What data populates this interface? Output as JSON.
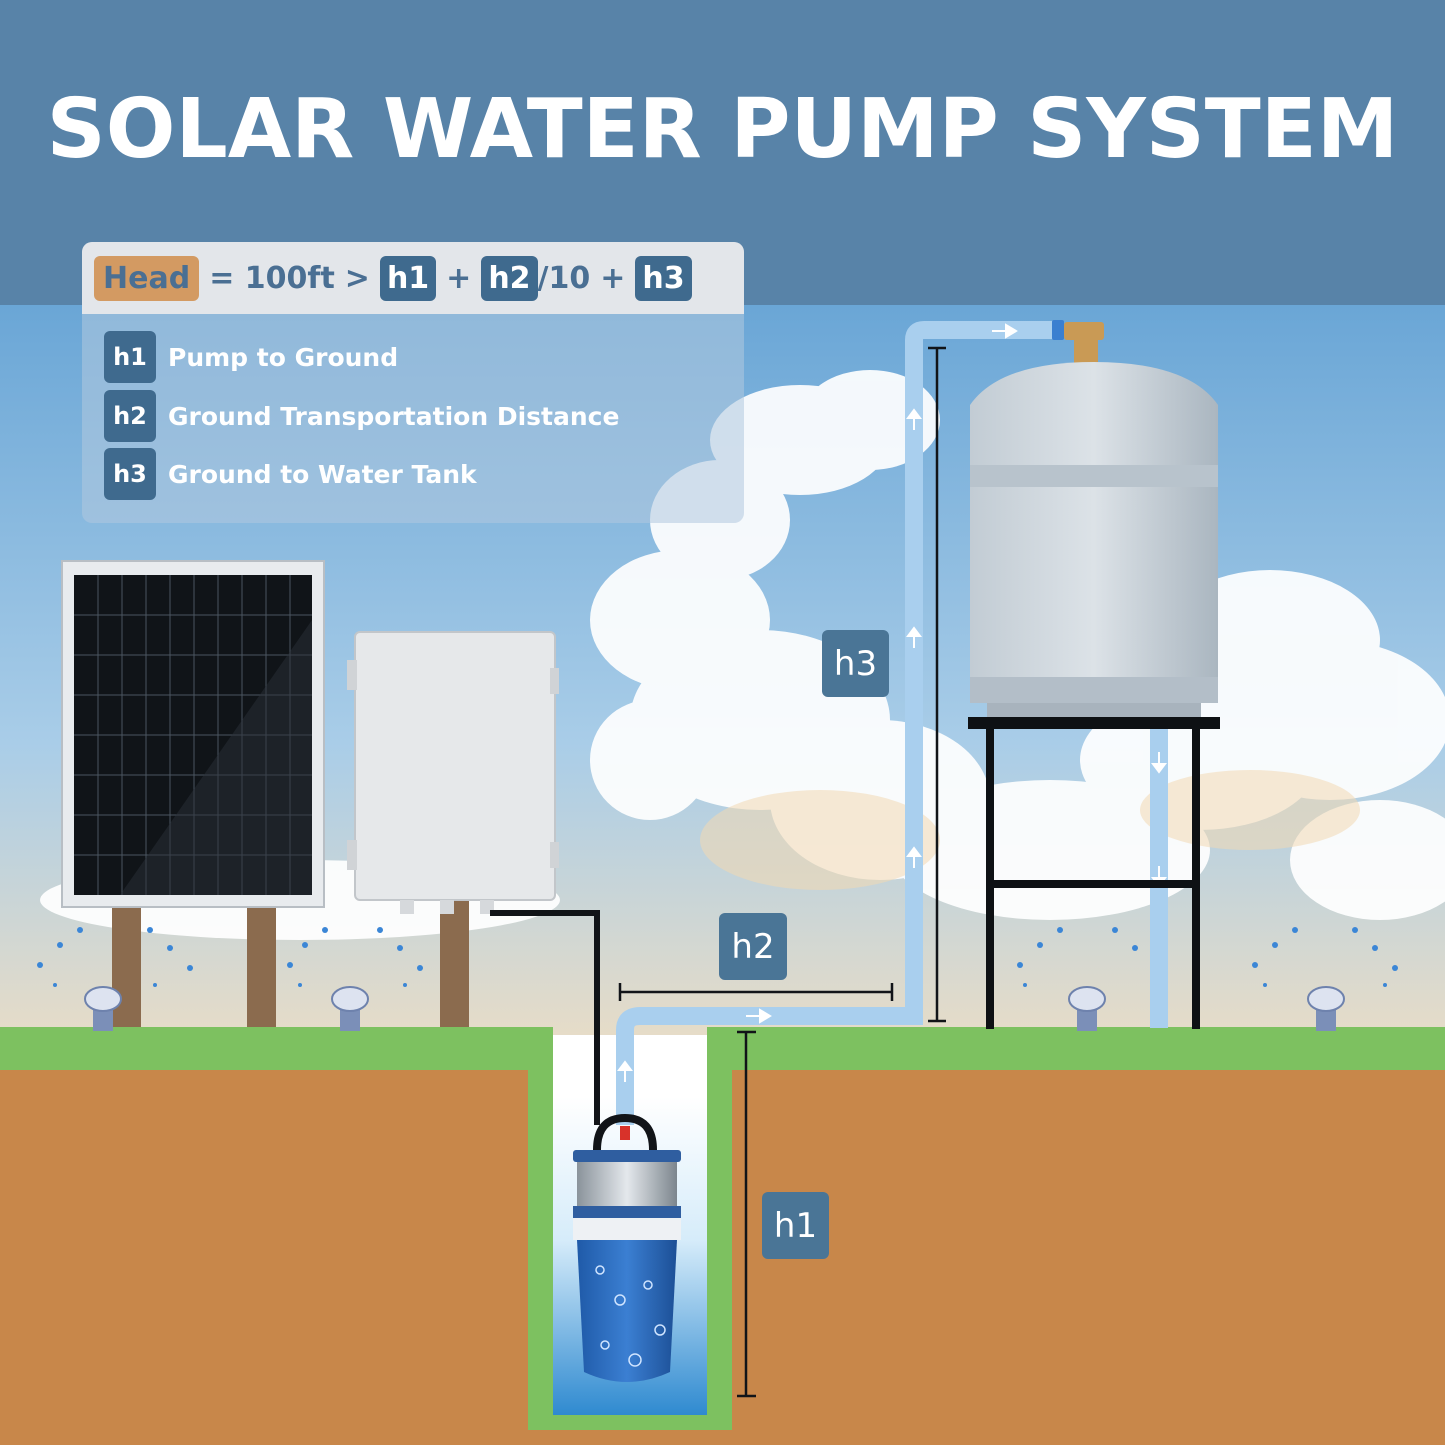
{
  "title": "SOLAR WATER PUMP SYSTEM",
  "formula": {
    "head": "Head",
    "equals": "= 100ft",
    "gt": ">",
    "h1": "h1",
    "plus1": "+",
    "h2": "h2",
    "div": "/10",
    "plus2": "+",
    "h3": "h3"
  },
  "legend": [
    {
      "badge": "h1",
      "text": "Pump to Ground"
    },
    {
      "badge": "h2",
      "text": "Ground Transportation Distance"
    },
    {
      "badge": "h3",
      "text": "Ground to Water Tank"
    }
  ],
  "dimensions": {
    "h1": "h1",
    "h2": "h2",
    "h3": "h3"
  },
  "colors": {
    "title_band": "#5883a8",
    "label_bg": "#3f6a8e",
    "head_tag": "#d39a62",
    "soil": "#c8874a",
    "grass": "#7dc160",
    "pipe": "#a9cfee",
    "pump_body": "#2d6bbf"
  }
}
